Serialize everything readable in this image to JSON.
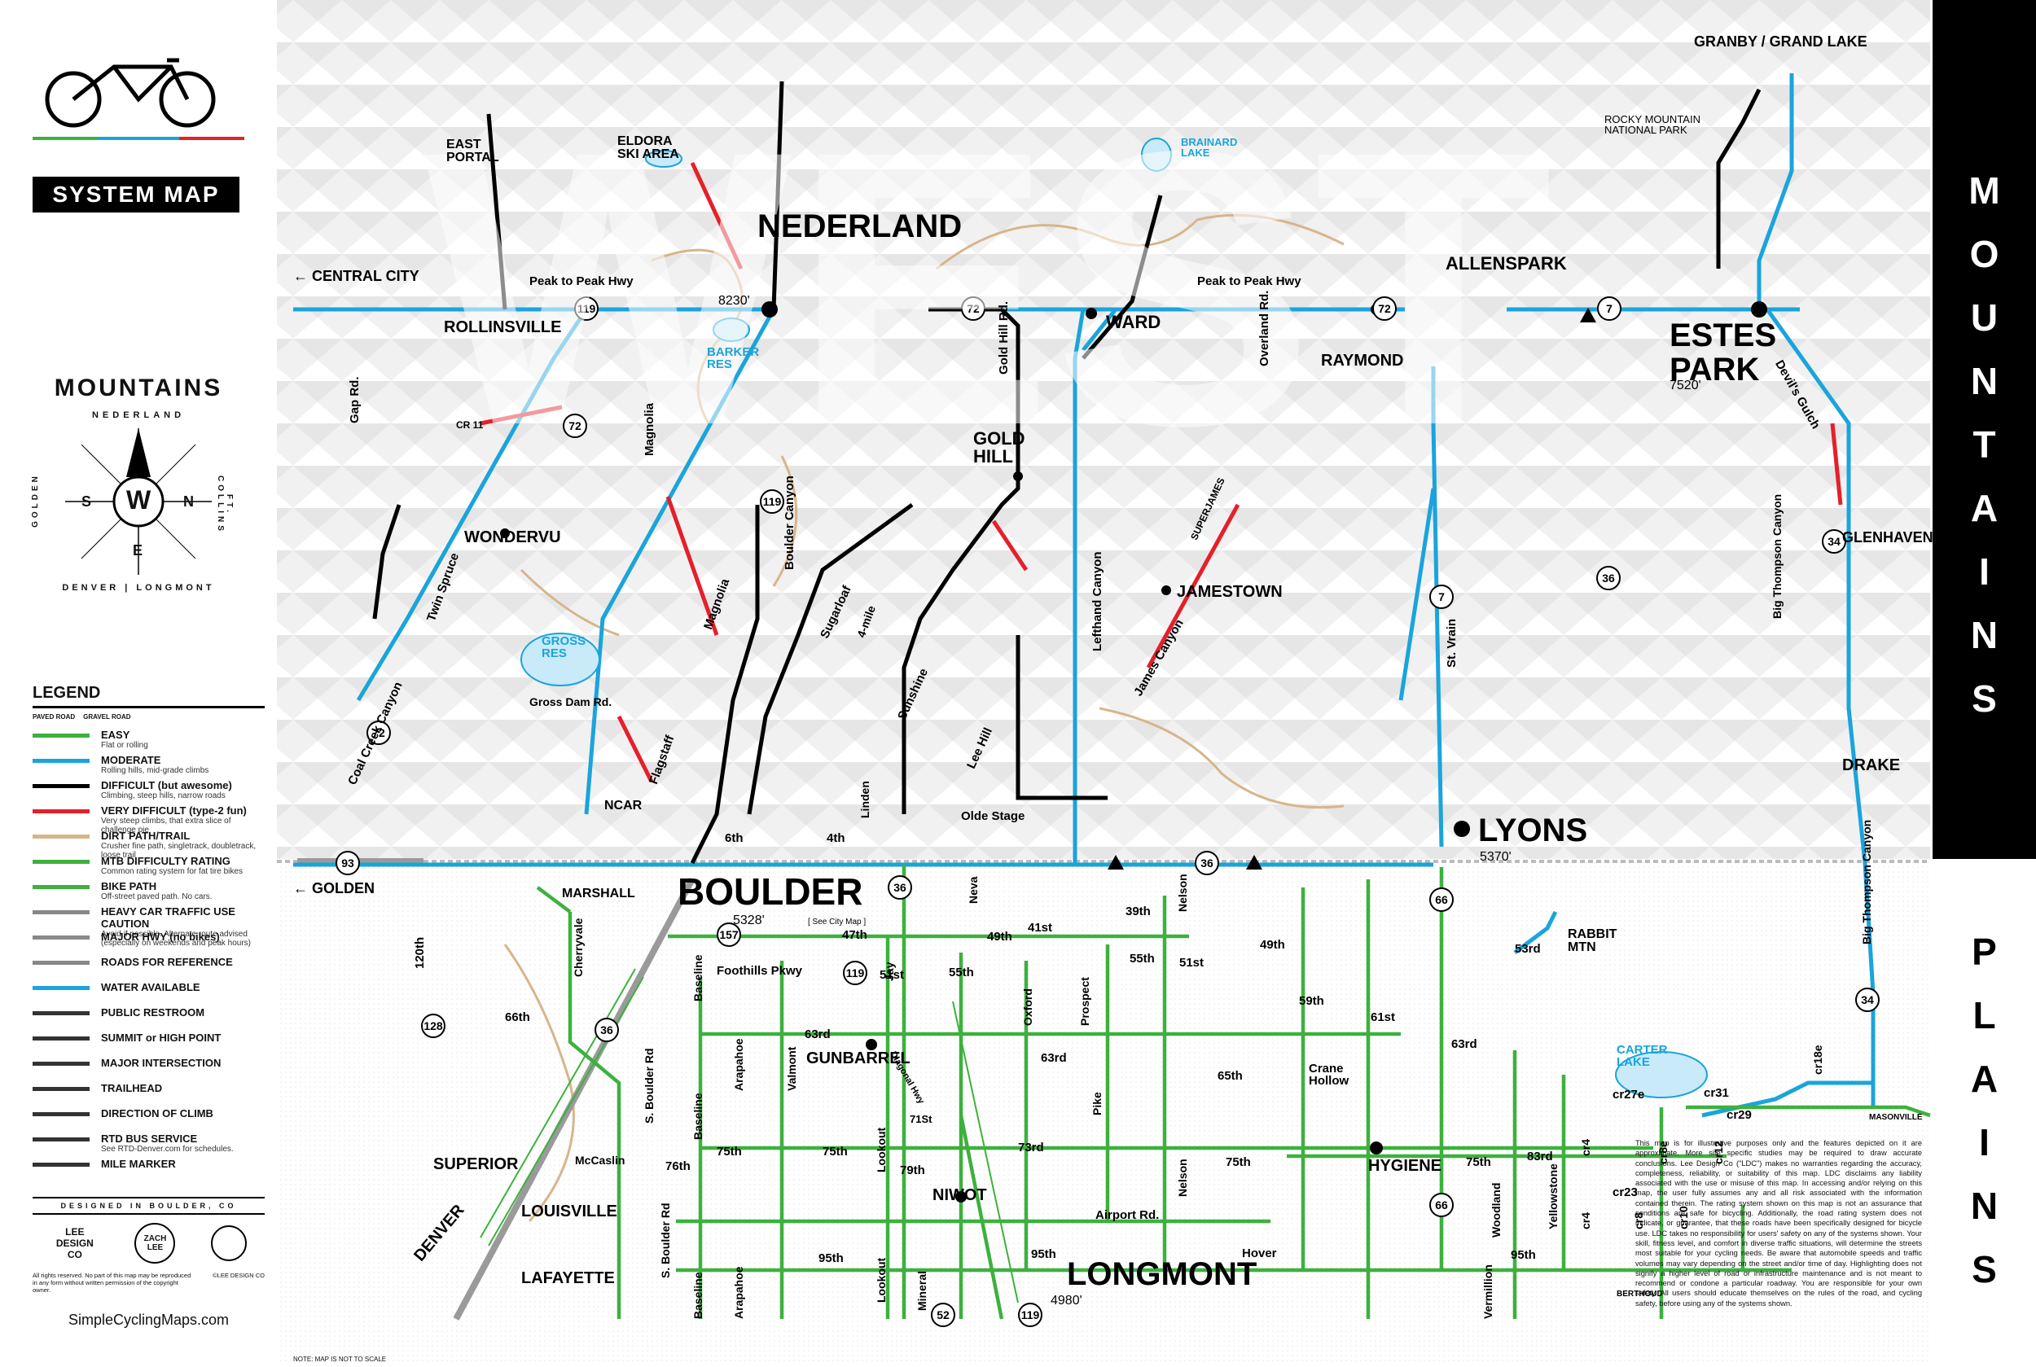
{
  "header": {
    "system_map": "SYSTEM MAP",
    "region_title": "MOUNTAINS",
    "compass_top": "NEDERLAND",
    "compass_left": "GOLDEN",
    "compass_right": "FT. COLLINS",
    "compass_center": "W",
    "compass_s": "S",
    "compass_n": "N",
    "compass_e": "E",
    "compass_bottom": "DENVER | LONGMONT"
  },
  "sidebar_right": {
    "mountains": [
      "M",
      "O",
      "U",
      "N",
      "T",
      "A",
      "I",
      "N",
      "S"
    ],
    "plains": [
      "P",
      "L",
      "A",
      "I",
      "N",
      "S"
    ]
  },
  "legend": {
    "title": "LEGEND",
    "col_paved": "PAVED ROAD",
    "col_gravel": "GRAVEL ROAD",
    "items": [
      {
        "label": "EASY",
        "sub": "Flat or rolling",
        "color": "#3db13d"
      },
      {
        "label": "MODERATE",
        "sub": "Rolling hills, mid-grade climbs",
        "color": "#1aa4dc"
      },
      {
        "label": "DIFFICULT (but awesome)",
        "sub": "Climbing, steep hills, narrow roads",
        "color": "#000000"
      },
      {
        "label": "VERY DIFFICULT (type-2 fun)",
        "sub": "Very steep climbs, that extra slice of challenge pie",
        "color": "#e4202a"
      },
      {
        "label": "DIRT PATH/TRAIL",
        "sub": "Crusher fine path, singletrack, doubletrack, loose trail",
        "color": "#d7b58a"
      },
      {
        "label": "MTB DIFFICULTY RATING",
        "sub": "Common rating system for fat tire bikes",
        "color": "#3db13d"
      },
      {
        "label": "BIKE PATH",
        "sub": "Off-street paved path. No cars.",
        "color": "#3db13d"
      },
      {
        "label": "HEAVY CAR TRAFFIC USE CAUTION",
        "sub": "Avoid if possible. Alternate route advised (especially on weekends and peak hours)",
        "color": "#888888"
      },
      {
        "label": "MAJOR HWY (no bikes)",
        "sub": "",
        "color": "#888888"
      },
      {
        "label": "ROADS FOR REFERENCE",
        "sub": "",
        "color": "#888888"
      },
      {
        "label": "WATER AVAILABLE",
        "sub": "",
        "color": "#1aa4dc"
      },
      {
        "label": "PUBLIC RESTROOM",
        "sub": "",
        "color": "#333333"
      },
      {
        "label": "SUMMIT or HIGH POINT",
        "sub": "",
        "color": "#333333"
      },
      {
        "label": "MAJOR INTERSECTION",
        "sub": "",
        "color": "#333333"
      },
      {
        "label": "TRAILHEAD",
        "sub": "",
        "color": "#333333"
      },
      {
        "label": "DIRECTION OF CLIMB",
        "sub": "",
        "color": "#333333"
      },
      {
        "label": "RTD BUS SERVICE",
        "sub": "See RTD-Denver.com for schedules.",
        "color": "#333333"
      },
      {
        "label": "MILE MARKER",
        "sub": "",
        "color": "#333333"
      }
    ]
  },
  "credits": {
    "designed": "DESIGNED IN BOULDER, CO",
    "lee": "LEE DESIGN CO",
    "zach": "ZACH LEE",
    "rights": "All rights reserved. No part of this map may be reproduced in any form without written permission of the copyright owner.",
    "copyright": "©LEE DESIGN CO",
    "website": "SimpleCyclingMaps.com",
    "note": "NOTE: MAP IS NOT TO SCALE"
  },
  "disclaimer": "This map is for illustrative purposes only and the features depicted on it are approximate. More site specific studies may be required to draw accurate conclusions. Lee Design Co (\"LDC\") makes no warranties regarding the accuracy, completeness, reliability, or suitability of this map. LDC disclaims any liability associated with the use or misuse of this map. In accessing and/or relying on this map, the user fully assumes any and all risk associated with the information contained therein. The rating system shown on this map is not an assurance that conditions are safe for bicycling. Additionally, the road rating system does not indicate, or guarantee, that these roads have been specifically designed for bicycle use. LDC takes no responsibility for users' safety on any of the systems shown. Your skill, fitness level, and comfort in diverse traffic situations, will determine the streets most suitable for your cycling needs. Be aware that automobile speeds and traffic volumes may vary depending on the street and/or time of day. Highlighting does not signify a higher level of road or infrastructure maintenance and is not meant to recommend or condone a particular roadway. You are responsible for your own safety. All users should educate themselves on the rules of the road, and cycling safety, before using any of the systems shown.",
  "towns": {
    "nederland": {
      "name": "NEDERLAND",
      "elev": "8230'"
    },
    "boulder": {
      "name": "BOULDER",
      "elev": "5328'",
      "note": "[ See City Map ]"
    },
    "longmont": {
      "name": "LONGMONT",
      "elev": "4980'"
    },
    "lyons": {
      "name": "LYONS",
      "elev": "5370'"
    },
    "estes": {
      "name1": "ESTES",
      "name2": "PARK",
      "elev": "7520'"
    },
    "allenspark": "ALLENSPARK",
    "ward": "WARD",
    "gold_hill": "GOLD\nHILL",
    "jamestown": "JAMESTOWN",
    "raymond": "RAYMOND",
    "glenhaven": "GLENHAVEN",
    "drake": "DRAKE",
    "hygiene": "HYGIENE",
    "niwot": "NIWOT",
    "gunbarrel": "GUNBARREL",
    "superior": "SUPERIOR",
    "louisville": "LOUISVILLE",
    "lafayette": "LAFAYETTE",
    "marshall": "MARSHALL",
    "ncar": "NCAR",
    "rollinsville": "ROLLINSVILLE",
    "wondervu": "WONDERVU",
    "east_portal": "EAST\nPORTAL",
    "eldora": "ELDORA\nSKI AREA",
    "rabbit_mtn": "RABBIT\nMTN",
    "granby": "GRANBY / GRAND LAKE",
    "rmnp": "ROCKY MOUNTAIN\nNATIONAL PARK",
    "central_city": "CENTRAL CITY",
    "golden": "GOLDEN",
    "denver": "DENVER",
    "brainard": "BRAINARD\nLAKE",
    "barker": "BARKER\nRES",
    "gross": "GROSS\nRES",
    "carter": "CARTER\nLAKE"
  },
  "roads": [
    {
      "id": "peak_to_peak",
      "label": "Peak to Peak Hwy"
    },
    {
      "id": "boulder_canyon",
      "label": "Boulder Canyon"
    },
    {
      "id": "lefthand",
      "label": "Lefthand Canyon"
    },
    {
      "id": "james",
      "label": "James Canyon"
    },
    {
      "id": "st_vrain",
      "label": "St. Vrain"
    },
    {
      "id": "big_thompson",
      "label": "Big Thompson Canyon"
    },
    {
      "id": "sugarloaf",
      "label": "Sugarloaf"
    },
    {
      "id": "sunshine",
      "label": "Sunshine"
    },
    {
      "id": "lee_hill",
      "label": "Lee Hill"
    },
    {
      "id": "magnolia",
      "label": "Magnolia"
    },
    {
      "id": "flagstaff",
      "label": "Flagstaff"
    },
    {
      "id": "olde_stage",
      "label": "Olde Stage"
    },
    {
      "id": "gold_hill_rd",
      "label": "Gold Hill Rd."
    },
    {
      "id": "overland",
      "label": "Overland Rd."
    },
    {
      "id": "superjames",
      "label": "SUPERJAMES"
    },
    {
      "id": "coal_creek",
      "label": "Coal Creek Canyon"
    },
    {
      "id": "twin_spruce",
      "label": "Twin Spruce"
    },
    {
      "id": "gap_rd",
      "label": "Gap Rd."
    },
    {
      "id": "devils_gulch",
      "label": "Devil's Gulch"
    },
    {
      "id": "foothills",
      "label": "Foothills Pkwy"
    },
    {
      "id": "diagonal",
      "label": "Diagonal Hwy"
    },
    {
      "id": "hover",
      "label": "Hover"
    },
    {
      "id": "airport",
      "label": "Airport Rd."
    },
    {
      "id": "nelson",
      "label": "Nelson"
    },
    {
      "id": "baseline",
      "label": "Baseline"
    },
    {
      "id": "arapahoe",
      "label": "Arapahoe"
    },
    {
      "id": "valmont",
      "label": "Valmont"
    },
    {
      "id": "lookout",
      "label": "Lookout"
    },
    {
      "id": "sboulder",
      "label": "S. Boulder Rd"
    },
    {
      "id": "cherryvale",
      "label": "Cherryvale"
    },
    {
      "id": "mccaslin",
      "label": "McCaslin"
    },
    {
      "id": "gross_dam",
      "label": "Gross Dam Rd."
    },
    {
      "id": "fourmile",
      "label": "4-mile"
    },
    {
      "id": "jay",
      "label": "Jay"
    },
    {
      "id": "oxford",
      "label": "Oxford"
    },
    {
      "id": "prospect",
      "label": "Prospect"
    },
    {
      "id": "pike",
      "label": "Pike"
    },
    {
      "id": "woodland",
      "label": "Woodland"
    },
    {
      "id": "yellowstone",
      "label": "Yellowstone"
    },
    {
      "id": "vermillion",
      "label": "Vermillion"
    }
  ],
  "streets": {
    "s75th": "75th",
    "s63rd": "63rd",
    "s55th": "55th",
    "s51st": "51st",
    "s49th": "49th",
    "s47th": "47th",
    "s41st": "41st",
    "s39th": "39th",
    "s95th": "95th",
    "s83rd": "83rd",
    "s73rd": "73rd",
    "s79th": "79th",
    "s71st": "71St",
    "s65th": "65th",
    "s59th": "59th",
    "s61st": "61st",
    "s66th": "66th",
    "s120th": "120th",
    "s76th": "76th",
    "s6th": "6th",
    "s4th": "4th",
    "linden": "Linden",
    "neva": "Neva",
    "nelson": "Nelson",
    "crane": "Crane\nHollow",
    "s53rd": "53rd",
    "cr31": "cr31",
    "cr29": "cr29",
    "cr27e": "cr27e",
    "cr23": "cr23",
    "cr18e": "cr18e",
    "cr4": "cr4",
    "cr8": "cr8",
    "cr8e": "cr8e",
    "cr10": "cr10",
    "cr12": "cr12",
    "masonville": "MASONVILLE",
    "berthoud": "BERTHOUD",
    "mineral": "Mineral",
    "ncr11": "CR 11"
  },
  "colors": {
    "easy": "#3db13d",
    "moderate": "#1aa4dc",
    "difficult": "#000000",
    "very_difficult": "#e4202a",
    "dirt": "#d7b58a",
    "hwy": "#999999"
  }
}
